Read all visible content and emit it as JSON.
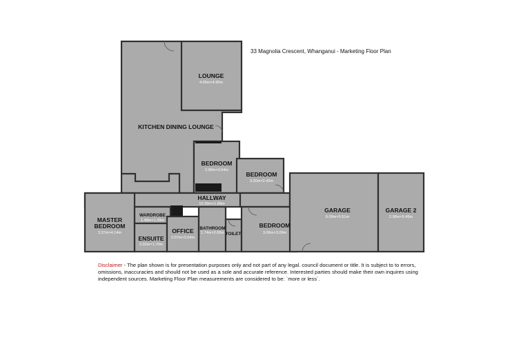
{
  "title": "33 Magnolia Crescent, Whanganui - Marketing Floor Plan",
  "rooms": {
    "lounge": {
      "name": "LOUNGE",
      "dims": "4.06m×4.90m"
    },
    "kitchen": {
      "name": "KITCHEN DINING LOUNGE"
    },
    "bedroom_1": {
      "name": "BEDROOM",
      "dims": "2.99m×3.64m"
    },
    "bedroom_2": {
      "name": "BEDROOM",
      "dims": "3.30m×2.42m"
    },
    "hallway": {
      "name": "HALLWAY",
      "dims": "10.39m×1.89m"
    },
    "master": {
      "name_line1": "MASTER",
      "name_line2": "BEDROOM",
      "dims": "3.37m×4.14m"
    },
    "wardrobe": {
      "name": "WARDROBE",
      "dims": "1.48m×1.28m"
    },
    "ensuite": {
      "name": "ENSUITE",
      "dims": "2.02m×1.70m"
    },
    "office": {
      "name": "OFFICE",
      "dims": "2.07m×3.04m"
    },
    "bathroom": {
      "name": "BATHROOM",
      "dims": "1.74m×2.69m"
    },
    "toilet": {
      "name": "TOILET"
    },
    "bedroom_3": {
      "name": "BEDROOM",
      "dims": "3.06m×3.09m"
    },
    "garage": {
      "name": "GARAGE",
      "dims": "6.09m×5.51m"
    },
    "garage_2": {
      "name": "GARAGE 2",
      "dims": "2.98m×5.49m"
    }
  },
  "disclaimer": {
    "lead": "Disclaimer",
    "body": " - The plan shown is for presentation purposes only and not part of any legal. council document or title. It is subject to to errors, omissions, inaccuracies and should not be used as a sole and accurate reference. Interested parties should make their own inquires using independent sources. Marketing Floor Plan measurements are considered to be: `more or less`."
  },
  "colors": {
    "floor": "#ababab",
    "wall": "#303030",
    "disclaimer_lead": "#c0161b"
  }
}
